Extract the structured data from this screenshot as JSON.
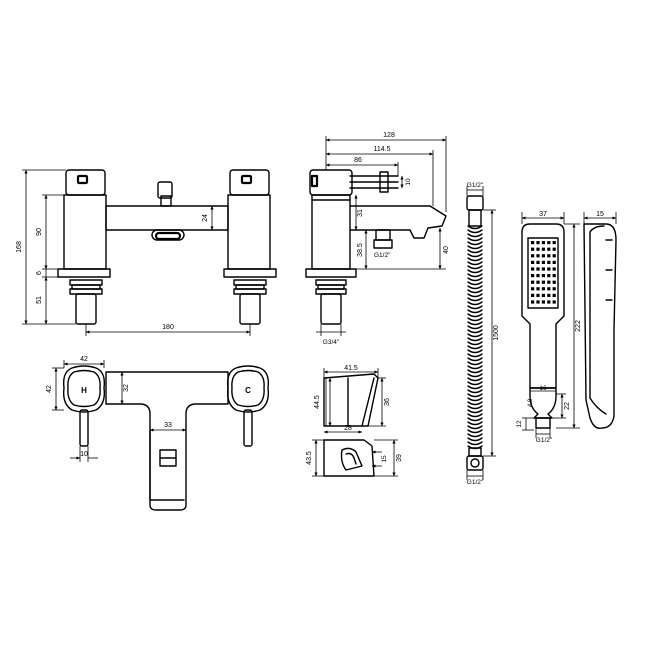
{
  "front_view": {
    "dimensions": {
      "overall_height": "168",
      "body_height": "90",
      "spout_height": "24",
      "deck_gap": "6",
      "shank_length": "51",
      "centres": "180"
    }
  },
  "side_view": {
    "dimensions": {
      "overall_depth": "128",
      "handle_reach": "114.5",
      "diverter_reach": "86",
      "lever_height": "10",
      "body_depth": "31",
      "spout_outlet_height": "38.5",
      "spout_drop": "40",
      "outlet_thread": "G1/2\"",
      "inlet_thread": "G3/4\""
    }
  },
  "top_view": {
    "dimensions": {
      "handle_width": "42",
      "handle_depth": "42",
      "body_width": "32",
      "spout_width": "33",
      "lever_width": "10"
    },
    "labels": {
      "hot": "H",
      "cold": "C"
    }
  },
  "wall_bracket": {
    "dimensions": {
      "width": "41.5",
      "height_front": "44.5",
      "height_rear": "36",
      "base": "28",
      "plan_depth": "43.5",
      "slot_width": "15",
      "plan_height": "39"
    }
  },
  "hose": {
    "dimensions": {
      "length": "1500",
      "thread": "G1/2\"",
      "thread_bottom": "G1/2\""
    }
  },
  "handset": {
    "dimensions": {
      "head_width": "37",
      "profile_width": "15",
      "overall_length": "222",
      "connector_width": "16",
      "connector_height": "22",
      "inner_detail": "4.8",
      "base_height": "12",
      "thread": "G1/2\""
    }
  }
}
